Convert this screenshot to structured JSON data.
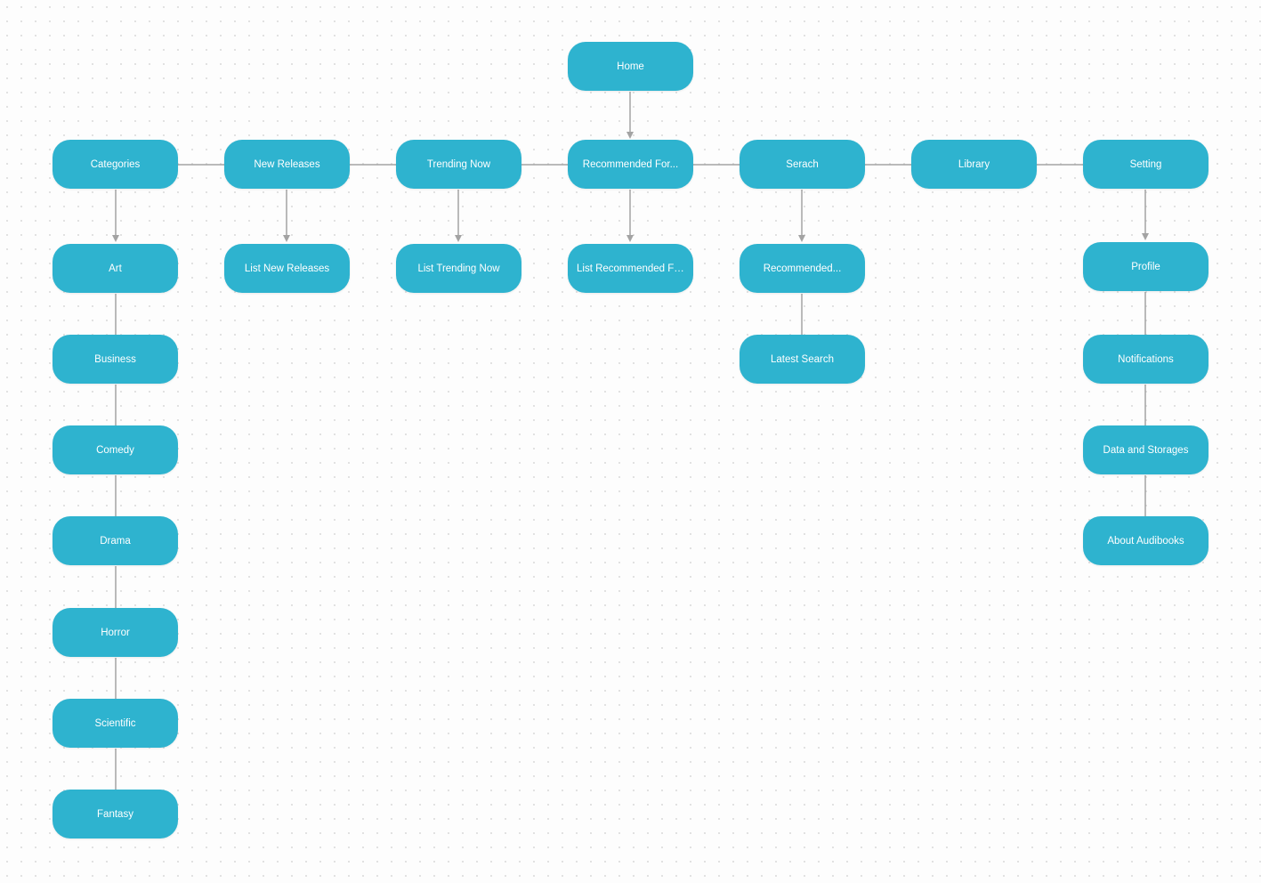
{
  "theme": {
    "node_color": "#2eb3cf",
    "node_text_color": "#ffffff",
    "connector_color": "#a3a3a3",
    "background": "#fdfdfd"
  },
  "nodes": {
    "home": "Home",
    "categories": "Categories",
    "new_releases": "New Releases",
    "trending_now": "Trending Now",
    "recommended_for": "Recommended For...",
    "search": "Serach",
    "library": "Library",
    "setting": "Setting",
    "art": "Art",
    "business": "Business",
    "comedy": "Comedy",
    "drama": "Drama",
    "horror": "Horror",
    "scientific": "Scientific",
    "fantasy": "Fantasy",
    "list_new_releases": "List New Releases",
    "list_trending_now": "List Trending Now",
    "list_recommended_for": "List Recommended For...",
    "search_recommended": "Recommended...",
    "latest_search": "Latest Search",
    "profile": "Profile",
    "notifications": "Notifications",
    "data_and_storages": "Data and Storages",
    "about_audibooks": "About Audibooks"
  }
}
